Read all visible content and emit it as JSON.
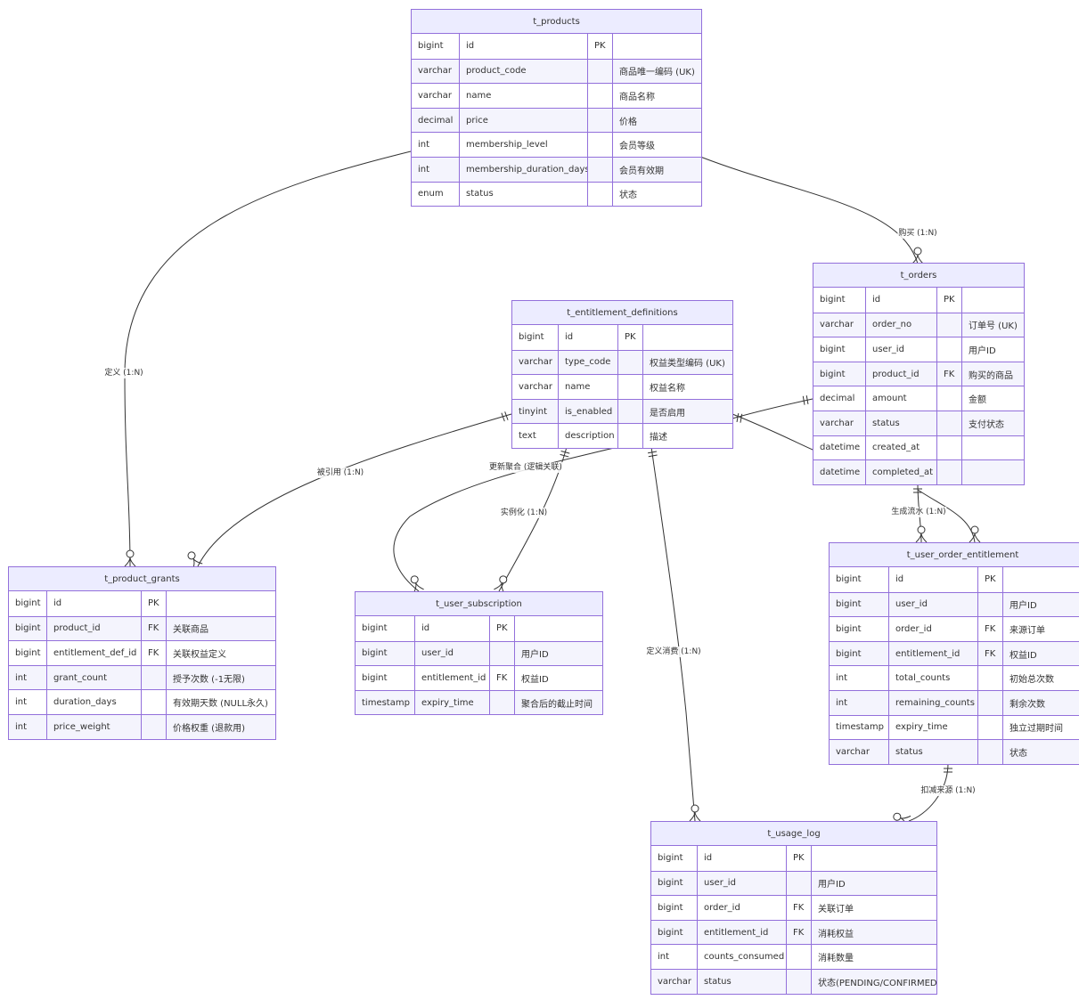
{
  "entities": [
    {
      "id": "t_products",
      "title": "t_products",
      "rows": [
        [
          "bigint",
          "id",
          "PK",
          ""
        ],
        [
          "varchar",
          "product_code",
          "",
          "商品唯一编码 (UK)"
        ],
        [
          "varchar",
          "name",
          "",
          "商品名称"
        ],
        [
          "decimal",
          "price",
          "",
          "价格"
        ],
        [
          "int",
          "membership_level",
          "",
          "会员等级"
        ],
        [
          "int",
          "membership_duration_days",
          "",
          "会员有效期"
        ],
        [
          "enum",
          "status",
          "",
          "状态"
        ]
      ]
    },
    {
      "id": "t_orders",
      "title": "t_orders",
      "rows": [
        [
          "bigint",
          "id",
          "PK",
          ""
        ],
        [
          "varchar",
          "order_no",
          "",
          "订单号 (UK)"
        ],
        [
          "bigint",
          "user_id",
          "",
          "用户ID"
        ],
        [
          "bigint",
          "product_id",
          "FK",
          "购买的商品"
        ],
        [
          "decimal",
          "amount",
          "",
          "金额"
        ],
        [
          "varchar",
          "status",
          "",
          "支付状态"
        ],
        [
          "datetime",
          "created_at",
          "",
          ""
        ],
        [
          "datetime",
          "completed_at",
          "",
          ""
        ]
      ]
    },
    {
      "id": "t_entitlement_definitions",
      "title": "t_entitlement_definitions",
      "rows": [
        [
          "bigint",
          "id",
          "PK",
          ""
        ],
        [
          "varchar",
          "type_code",
          "",
          "权益类型编码 (UK)"
        ],
        [
          "varchar",
          "name",
          "",
          "权益名称"
        ],
        [
          "tinyint",
          "is_enabled",
          "",
          "是否启用"
        ],
        [
          "text",
          "description",
          "",
          "描述"
        ]
      ]
    },
    {
      "id": "t_product_grants",
      "title": "t_product_grants",
      "rows": [
        [
          "bigint",
          "id",
          "PK",
          ""
        ],
        [
          "bigint",
          "product_id",
          "FK",
          "关联商品"
        ],
        [
          "bigint",
          "entitlement_def_id",
          "FK",
          "关联权益定义"
        ],
        [
          "int",
          "grant_count",
          "",
          "授予次数 (-1无限)"
        ],
        [
          "int",
          "duration_days",
          "",
          "有效期天数 (NULL永久)"
        ],
        [
          "int",
          "price_weight",
          "",
          "价格权重 (退款用)"
        ]
      ]
    },
    {
      "id": "t_user_subscription",
      "title": "t_user_subscription",
      "rows": [
        [
          "bigint",
          "id",
          "PK",
          ""
        ],
        [
          "bigint",
          "user_id",
          "",
          "用户ID"
        ],
        [
          "bigint",
          "entitlement_id",
          "FK",
          "权益ID"
        ],
        [
          "timestamp",
          "expiry_time",
          "",
          "聚合后的截止时间"
        ]
      ]
    },
    {
      "id": "t_user_order_entitlement",
      "title": "t_user_order_entitlement",
      "rows": [
        [
          "bigint",
          "id",
          "PK",
          ""
        ],
        [
          "bigint",
          "user_id",
          "",
          "用户ID"
        ],
        [
          "bigint",
          "order_id",
          "FK",
          "来源订单"
        ],
        [
          "bigint",
          "entitlement_id",
          "FK",
          "权益ID"
        ],
        [
          "int",
          "total_counts",
          "",
          "初始总次数"
        ],
        [
          "int",
          "remaining_counts",
          "",
          "剩余次数"
        ],
        [
          "timestamp",
          "expiry_time",
          "",
          "独立过期时间"
        ],
        [
          "varchar",
          "status",
          "",
          "状态"
        ]
      ]
    },
    {
      "id": "t_usage_log",
      "title": "t_usage_log",
      "rows": [
        [
          "bigint",
          "id",
          "PK",
          ""
        ],
        [
          "bigint",
          "user_id",
          "",
          "用户ID"
        ],
        [
          "bigint",
          "order_id",
          "FK",
          "关联订单"
        ],
        [
          "bigint",
          "entitlement_id",
          "FK",
          "消耗权益"
        ],
        [
          "int",
          "counts_consumed",
          "",
          "消耗数量"
        ],
        [
          "varchar",
          "status",
          "",
          "状态(PENDING/CONFIRMED)"
        ]
      ]
    }
  ],
  "relationships": [
    {
      "id": "products-orders",
      "label": "购买 (1:N)"
    },
    {
      "id": "products-grants",
      "label": "定义 (1:N)"
    },
    {
      "id": "defs-grants",
      "label": "被引用 (1:N)"
    },
    {
      "id": "defs-subscription-agg",
      "label": "更新聚合 (逻辑关联)"
    },
    {
      "id": "defs-subscription",
      "label": "实例化 (1:N)"
    },
    {
      "id": "orders-uoe",
      "label": "生成流水 (1:N)"
    },
    {
      "id": "defs-usage",
      "label": "定义消费 (1:N)"
    },
    {
      "id": "uoe-usage",
      "label": "扣减来源 (1:N)"
    },
    {
      "id": "orders-defs",
      "label": ""
    },
    {
      "id": "orders-uoe-2",
      "label": ""
    }
  ]
}
